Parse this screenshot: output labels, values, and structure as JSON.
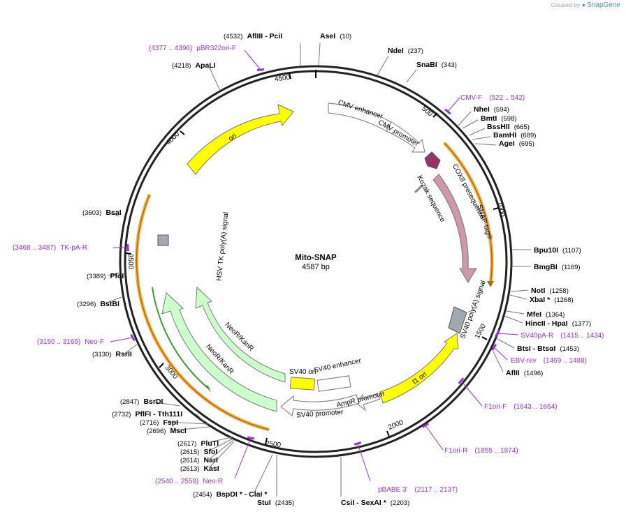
{
  "credit": {
    "prefix": "Created by",
    "brand": "SnapGene"
  },
  "plasmid": {
    "name": "Mito-SNAP",
    "size_label": "4587 bp",
    "length": 4587
  },
  "colors": {
    "ring": "#222222",
    "tick": "#000000",
    "site_line": "#777777",
    "primer": "#9b30d9",
    "rep_origin": "#ffff00",
    "promoter": "#ffffff",
    "marker": "#ccffcc",
    "snap": "#cc99aa",
    "cox8": "#993366",
    "polyA": "#a0a8b0",
    "orange_halo": "#f3b14e",
    "green_arrow": "#3a9a2a",
    "amber_arrow": "#b36b00"
  },
  "ticks": [
    "4500",
    "500",
    "1000",
    "1500",
    "2000",
    "2500",
    "3000",
    "3500",
    "4000"
  ],
  "sites": [
    {
      "name": "AflIII",
      "name2": "PciI",
      "pos": "(4532)"
    },
    {
      "name": "AseI",
      "pos": "(10)"
    },
    {
      "name": "NdeI",
      "pos": "(237)"
    },
    {
      "name": "SnaBI",
      "pos": "(343)"
    },
    {
      "name": "NheI",
      "pos": "(594)"
    },
    {
      "name": "BmtI",
      "pos": "(598)"
    },
    {
      "name": "BssHII",
      "pos": "(665)"
    },
    {
      "name": "BamHI",
      "pos": "(689)"
    },
    {
      "name": "AgeI",
      "pos": "(695)"
    },
    {
      "name": "Bpu10I",
      "pos": "(1107)"
    },
    {
      "name": "BmgBI",
      "pos": "(1169)"
    },
    {
      "name": "NotI",
      "pos": "(1258)"
    },
    {
      "name": "XbaI *",
      "pos": "(1268)"
    },
    {
      "name": "MfeI",
      "pos": "(1364)"
    },
    {
      "name": "HincII",
      "name2": "HpaI",
      "pos": "(1377)"
    },
    {
      "name": "BtsI",
      "name2": "BtsαI",
      "pos": "(1453)"
    },
    {
      "name": "AflII",
      "pos": "(1496)"
    },
    {
      "name": "CsiI",
      "name2": "SexAI *",
      "pos": "(2203)"
    },
    {
      "name": "StuI",
      "pos": "(2435)"
    },
    {
      "name": "BspDI *",
      "name2": "ClaI *",
      "pos": "(2454)"
    },
    {
      "name": "KasI",
      "pos": "(2613)"
    },
    {
      "name": "NarI",
      "pos": "(2614)"
    },
    {
      "name": "SfoI",
      "pos": "(2615)"
    },
    {
      "name": "PluTI",
      "pos": "(2617)"
    },
    {
      "name": "MscI",
      "pos": "(2696)"
    },
    {
      "name": "FspI",
      "pos": "(2716)"
    },
    {
      "name": "PflFI",
      "name2": "Tth111I",
      "pos": "(2732)"
    },
    {
      "name": "BsrDI",
      "pos": "(2847)"
    },
    {
      "name": "RsrII",
      "pos": "(3130)"
    },
    {
      "name": "BstBI",
      "pos": "(3296)"
    },
    {
      "name": "PfoI",
      "pos": "(3389)"
    },
    {
      "name": "BsaI",
      "pos": "(3603)"
    },
    {
      "name": "ApaLI",
      "pos": "(4218)"
    }
  ],
  "primers": [
    {
      "name": "pBR322ori-F",
      "range": "(4377 .. 4396)"
    },
    {
      "name": "CMV-F",
      "range": "(522 .. 542)"
    },
    {
      "name": "SV40pA-R",
      "range": "(1415 .. 1434)"
    },
    {
      "name": "EBV-rev",
      "range": "(1469 .. 1488)"
    },
    {
      "name": "F1ori-F",
      "range": "(1643 .. 1664)"
    },
    {
      "name": "F1ori-R",
      "range": "(1855 .. 1874)"
    },
    {
      "name": "pBABE 3'",
      "range": "(2117 .. 2137)"
    },
    {
      "name": "Neo-R",
      "range": "(2540 .. 2559)"
    },
    {
      "name": "Neo-F",
      "range": "(3150 .. 3169)"
    },
    {
      "name": "TK-pA-R",
      "range": "(3468 .. 3487)"
    }
  ],
  "features": {
    "cmv_enhancer": "CMV enhancer",
    "cmv_promoter": "CMV promoter",
    "cox8": "COX8 presequence",
    "kozak": "Kozak sequence",
    "snap": "SNAP-tag®",
    "sv40_polya": "SV40 poly(A) signal",
    "f1ori": "f1 ori",
    "ampr_promoter": "AmpR promoter",
    "sv40_promoter": "SV40 promoter",
    "sv40_ori": "SV40 ori",
    "sv40_enhancer": "SV40 enhancer",
    "neor_inner": "NeoR/KanR",
    "neor_outer": "NeoR/KanR",
    "hsv_tk_polya": "HSV TK poly(A) signal",
    "ori": "ori"
  }
}
